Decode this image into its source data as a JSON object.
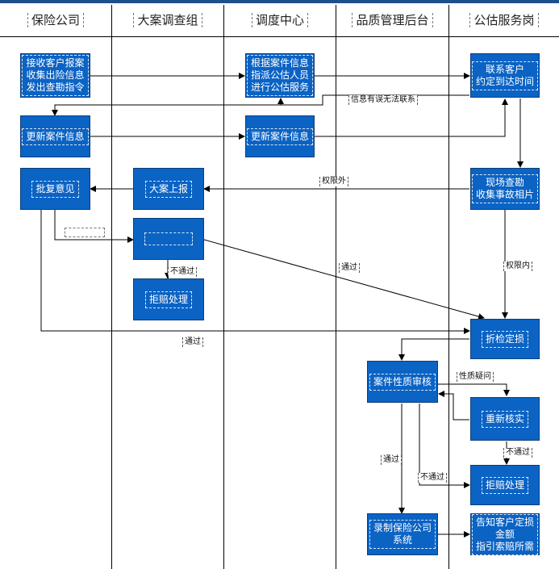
{
  "lanes": [
    "保险公司",
    "大案调查组",
    "调度中心",
    "品质管理后台",
    "公估服务岗"
  ],
  "boxes": {
    "receive_report": "接收客户报案\n收集出险信息\n发出查勘指令",
    "dispatch": "根据案件信息\n指派公估人员\n进行公估服务",
    "contact_customer": "联系客户\n约定到达时间",
    "update_case_ins": "更新案件信息",
    "update_case_dispatch": "更新案件信息",
    "approval": "批复意见",
    "big_case_report": "大案上报",
    "site_survey": "现场查勘\n收集事故相片",
    "investigation": "",
    "reject_1": "拒赔处理",
    "loss_assessment": "折检定损",
    "case_review": "案件性质审核",
    "recheck": "重新核实",
    "reject_2": "拒赔处理",
    "record_system": "录制保险公司\n系统",
    "notify_customer": "告知客户定损\n金额\n指引索赔所需"
  },
  "labels": {
    "info_error": "信息有误无法联系",
    "over_authority": "权限外",
    "not_pass_1": "不通过",
    "pass_1": "通过",
    "within_authority": "权限内",
    "pass_2": "通过",
    "nature_doubt": "性质疑问",
    "not_pass_2": "不通过",
    "pass_3": "通过",
    "not_pass_3": "不通过",
    "blank": ""
  },
  "colors": {
    "box": "#0b63c4",
    "header_bar": "#1f4e8c",
    "line": "#000000"
  }
}
